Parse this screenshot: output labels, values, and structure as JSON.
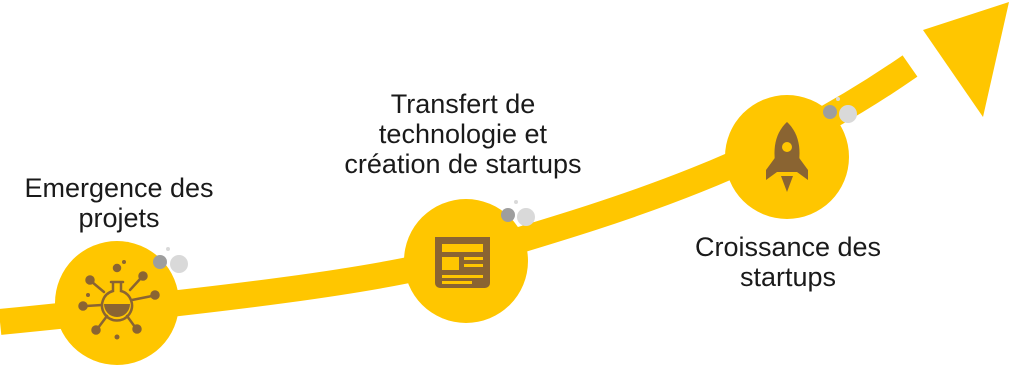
{
  "colors": {
    "accent": "#FFC600",
    "icon_fill": "#8A6432",
    "bubble_dark": "#9E9E9E",
    "bubble_light": "#D9D9D9",
    "text": "#1A1A1A",
    "background": "#FFFFFF"
  },
  "steps": [
    {
      "lines": [
        "Emergence des",
        "projets"
      ],
      "icon": "molecule-flask-icon"
    },
    {
      "lines": [
        "Transfert de",
        "technologie et",
        "création de startups"
      ],
      "icon": "newspaper-icon"
    },
    {
      "lines": [
        "Croissance des",
        "startups"
      ],
      "icon": "rocket-icon"
    }
  ]
}
